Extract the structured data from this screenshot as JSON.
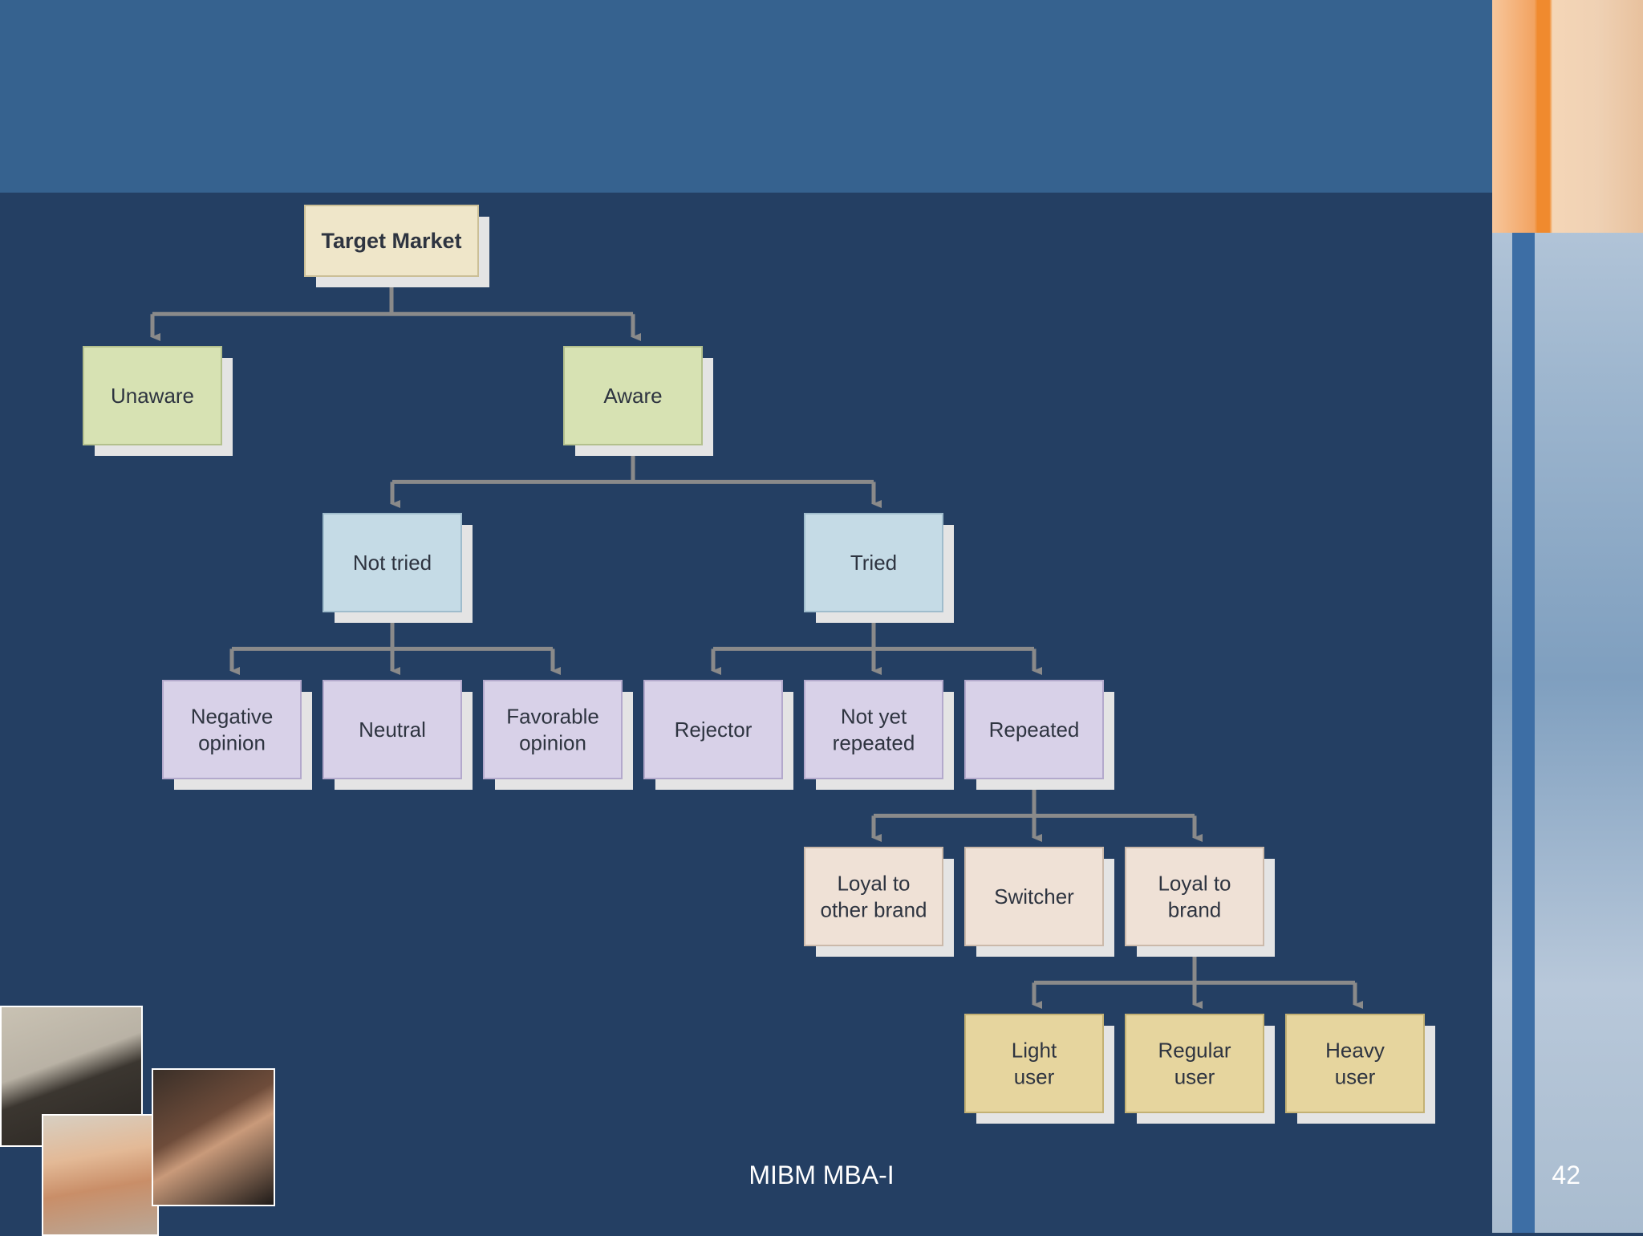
{
  "slide": {
    "footer_label": "MIBM MBA-I",
    "page_number": "42"
  },
  "colors": {
    "header_band": "#36628f",
    "background": "#243f63",
    "connector": "#8a8a8a",
    "shadow": "#e4e4e4"
  },
  "diagram": {
    "nodes": [
      {
        "id": "target",
        "text": "Target Market",
        "bold": true,
        "fill": "#efe6c9",
        "stroke": "#cbbf97"
      },
      {
        "id": "unaware",
        "text": "Unaware",
        "fill": "#d7e2b3",
        "stroke": "#b3c08d"
      },
      {
        "id": "aware",
        "text": "Aware",
        "fill": "#d7e2b3",
        "stroke": "#b3c08d"
      },
      {
        "id": "not_tried",
        "text": "Not tried",
        "fill": "#c5dbe6",
        "stroke": "#9fbccc"
      },
      {
        "id": "tried",
        "text": "Tried",
        "fill": "#c5dbe6",
        "stroke": "#9fbccc"
      },
      {
        "id": "negative",
        "text": "Negative\nopinion",
        "fill": "#d8d1e8",
        "stroke": "#b3a9cc"
      },
      {
        "id": "neutral",
        "text": "Neutral",
        "fill": "#d8d1e8",
        "stroke": "#b3a9cc"
      },
      {
        "id": "favorable",
        "text": "Favorable\nopinion",
        "fill": "#d8d1e8",
        "stroke": "#b3a9cc"
      },
      {
        "id": "rejector",
        "text": "Rejector",
        "fill": "#d8d1e8",
        "stroke": "#b3a9cc"
      },
      {
        "id": "not_yet",
        "text": "Not yet\nrepeated",
        "fill": "#d8d1e8",
        "stroke": "#b3a9cc"
      },
      {
        "id": "repeated",
        "text": "Repeated",
        "fill": "#d8d1e8",
        "stroke": "#b3a9cc"
      },
      {
        "id": "loyal_other",
        "text": "Loyal to\nother brand",
        "fill": "#efe1d6",
        "stroke": "#cbb9aa"
      },
      {
        "id": "switcher",
        "text": "Switcher",
        "fill": "#efe1d6",
        "stroke": "#cbb9aa"
      },
      {
        "id": "loyal_brand",
        "text": "Loyal to\nbrand",
        "fill": "#efe1d6",
        "stroke": "#cbb9aa"
      },
      {
        "id": "light",
        "text": "Light\nuser",
        "fill": "#e6d59e",
        "stroke": "#c3b174"
      },
      {
        "id": "regular",
        "text": "Regular\nuser",
        "fill": "#e6d59e",
        "stroke": "#c3b174"
      },
      {
        "id": "heavy",
        "text": "Heavy\nuser",
        "fill": "#e6d59e",
        "stroke": "#c3b174"
      }
    ],
    "edges": [
      [
        "target",
        "unaware"
      ],
      [
        "target",
        "aware"
      ],
      [
        "aware",
        "not_tried"
      ],
      [
        "aware",
        "tried"
      ],
      [
        "not_tried",
        "negative"
      ],
      [
        "not_tried",
        "neutral"
      ],
      [
        "not_tried",
        "favorable"
      ],
      [
        "tried",
        "rejector"
      ],
      [
        "tried",
        "not_yet"
      ],
      [
        "tried",
        "repeated"
      ],
      [
        "repeated",
        "loyal_other"
      ],
      [
        "repeated",
        "switcher"
      ],
      [
        "repeated",
        "loyal_brand"
      ],
      [
        "loyal_brand",
        "light"
      ],
      [
        "loyal_brand",
        "regular"
      ],
      [
        "loyal_brand",
        "heavy"
      ]
    ]
  }
}
